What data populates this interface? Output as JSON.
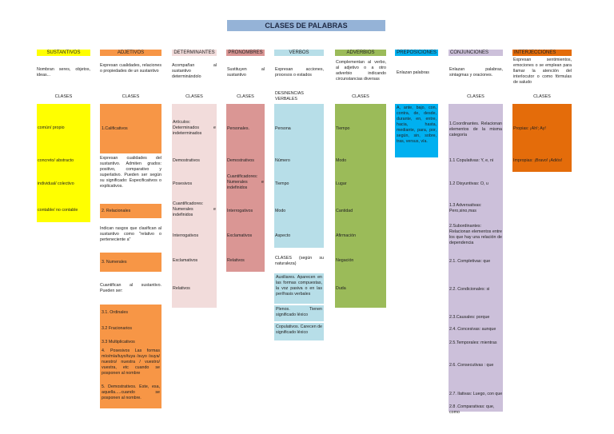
{
  "title": "CLASES DE PALABRAS",
  "columns": {
    "sustantivos": {
      "header": "SUSTANTIVOS",
      "desc": "Nombran seres, objetos, ideas...",
      "clases": "CLASES",
      "items": [
        "común/ propio",
        "concreto/ abstracto",
        "individual/ colectivo",
        "contable/ no contable"
      ],
      "color": "#ffff00"
    },
    "adjetivos": {
      "header": "ADJETIVOS",
      "desc": "Expresan cualidades, relaciones o propiedades de un sustantivo",
      "clases": "CLASES",
      "calificativos": "1.Calificativos",
      "calificativos_desc": "Expresan cualidades del sustantivo. Admiten grados: positivo, comparativo y superlativo. Pueden ser según su significado: Especificativos o explicativos.",
      "relacionales": "2. Relacionales",
      "relacionales_desc": "Indican rasgos que clasifican al sustantivo como \"relativo o perteneciente a\"",
      "numerales": "3. Numerales",
      "numerales_desc": "Cuantifican al sustantivo. Pueden ser:",
      "sub": [
        "3.1. Ordinales",
        "3.2 Fracionarios",
        "3.3 Multiplicativos",
        "4. Posesivos Las formas mío/mía/tuyo/tuya /suyo /suya/ nuestro/ nuestra / vuestro/ vuestra, etc cuando se posponen al nombre",
        "5. Demostrativos. Este, esa, aquella.....cuando se posponen al nombre."
      ],
      "color": "#f79646"
    },
    "determinantes": {
      "header": "DETERMINANTES",
      "desc": "Acompañan al sustantivo determinándolo",
      "clases": "CLASES",
      "items": [
        "Artículos: Determinados e indeterminados",
        "Demostrativos",
        "Posesivos",
        "Cuantificadores: Numerales e indefinidos",
        "Interrogativos",
        "Exclamativos",
        "Relativos"
      ],
      "color": "#f2dcdb"
    },
    "pronombres": {
      "header": "PRONOMBRES",
      "desc": "Sustituyen al sustantivo",
      "clases": "CLASES",
      "items": [
        "Personales.",
        "Demostrativos",
        "Cuantificadores: Numerales e indefinidos",
        "Interrogativos",
        "Exclamativos",
        "Relativos"
      ],
      "color": "#da9694"
    },
    "verbos": {
      "header": "VERBOS",
      "desc": "Expresan acciones, procesos o estados",
      "clases": "DESINENCIAS VERBALES",
      "items": [
        "Persona",
        "Número",
        "Tiempo",
        "Modo",
        "Aspecto"
      ],
      "clases2": "CLASES (según su naturaleza)",
      "aux": "Auxiliares. Aparecen en las formas compuestas, la voz pasiva o en las perífrasis verbales",
      "plenos": "Plenos. Tienen significado léxico",
      "copulativos": "Copulativos. Carecen de significado léxico",
      "color": "#b7dee8"
    },
    "adverbios": {
      "header": "ADVERBIOS",
      "desc": "Complementan al verbo, al adjetivo o a otro adverbio indicando circunstancias diversas",
      "clases": "CLASES",
      "items": [
        "Tiempo",
        "Modo",
        "Lugar",
        "Cantidad",
        "Afirmación",
        "Negación",
        "Duda"
      ],
      "color": "#9bbb59"
    },
    "preposiciones": {
      "header": "PREPOSICIONES",
      "desc": "Enlazan palabras",
      "list": "A, ante, bajo, con, contra, de, desde, durante, en, entre, hacia, hasta, mediante, para, por, según, sin, sobre, tras, versus, vía.",
      "color": "#00b0f0"
    },
    "conjunciones": {
      "header": "CONJUNCIONES",
      "desc": "Enlazan palabras, sintagmas y oraciones.",
      "clases": "CLASES",
      "items": [
        "1.Coordinantes. Relacionan elementos de la misma categoría",
        "1.1 Copulativas: Y, e, ni",
        "1.2 Disyuntivas: O, u",
        "1.3 Adversativas: Pero,sino,mas",
        "2.Subordinantes: Relacionan elementos entre los que hay una relación de dependencia",
        "2.1. Completivas: que",
        "2.2. Condicionales: si",
        "2.3.Causales: porque",
        "2.4. Concesivas: aunque",
        "2.5.Temporales: mientras",
        "2.6. Consecutivas : que",
        "2.7. Ilativas: Luego, con que",
        "2.8 .Comparativas: que, como"
      ],
      "color": "#ccc0da"
    },
    "interjecciones": {
      "header": "INTERJECCIONES",
      "desc": "Expresan sentimientos, emociones o se emplean para llamar la atención del interlocutor o como fórmulas de saludo",
      "clases": "CLASES",
      "items": [
        "Propias: ¡Ah!; Ay!",
        "Impropias: ¡Bravo! ¡Adiós!"
      ],
      "color": "#e46c0a"
    }
  }
}
